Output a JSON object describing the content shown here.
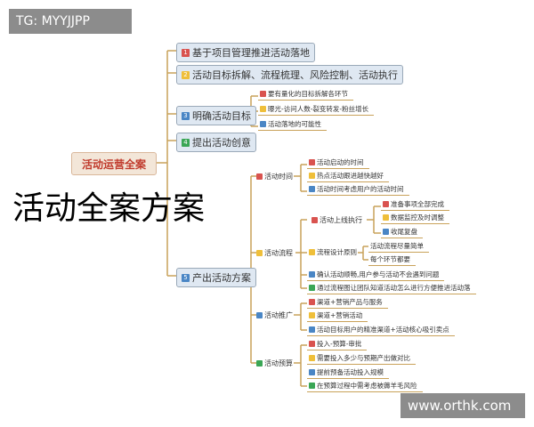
{
  "colors": {
    "red": "#d9534f",
    "yellow": "#efbf3a",
    "blue": "#4a86c5",
    "green": "#3aa655",
    "line": "#c9a25a"
  },
  "overlay_top": "TG: MYYJJPP",
  "overlay_bottom": "www.orthk.com",
  "watermark": "活动全案方案",
  "root": "活动运营全案",
  "branches": [
    {
      "n": "1",
      "label": "基于项目管理推进活动落地"
    },
    {
      "n": "2",
      "label": "活动目标拆解、流程梳理、风险控制、活动执行"
    },
    {
      "n": "3",
      "label": "明确活动目标",
      "children": [
        "要有量化的目标拆解各环节",
        "曝光-访问人数-裂变转发-粉丝增长",
        "活动落地的可能性"
      ]
    },
    {
      "n": "4",
      "label": "提出活动创意"
    },
    {
      "n": "5",
      "label": "产出活动方案",
      "children": [
        {
          "label": "活动时间",
          "children": [
            "活动启动的时间",
            "热点活动跟进越快越好",
            "活动时间考虑用户的活动时间"
          ]
        },
        {
          "label": "活动流程",
          "children": [
            {
              "label": "活动上线执行",
              "children": [
                "准备事项全部完成",
                "数据监控及时调整",
                "收尾复盘"
              ]
            },
            {
              "label": "流程设计原则",
              "children": [
                "活动流程尽量简单",
                "每个环节都要"
              ]
            },
            {
              "label": "确认活动顺畅,用户参与活动不会遇到问题"
            },
            {
              "label": "通过流程图让团队知道活动怎么进行方便推进活动落"
            }
          ]
        },
        {
          "label": "活动推广",
          "children": [
            "渠道+营销产品与服务",
            "渠道+营销活动",
            "活动目标用户的精准渠道+活动核心吸引卖点"
          ]
        },
        {
          "label": "活动预算",
          "children": [
            "投入-预算-审批",
            "需要投入多少与预期产出做对比",
            "提前预备活动投入规模",
            "在预算过程中需考虑被薅羊毛风险"
          ]
        }
      ]
    }
  ]
}
